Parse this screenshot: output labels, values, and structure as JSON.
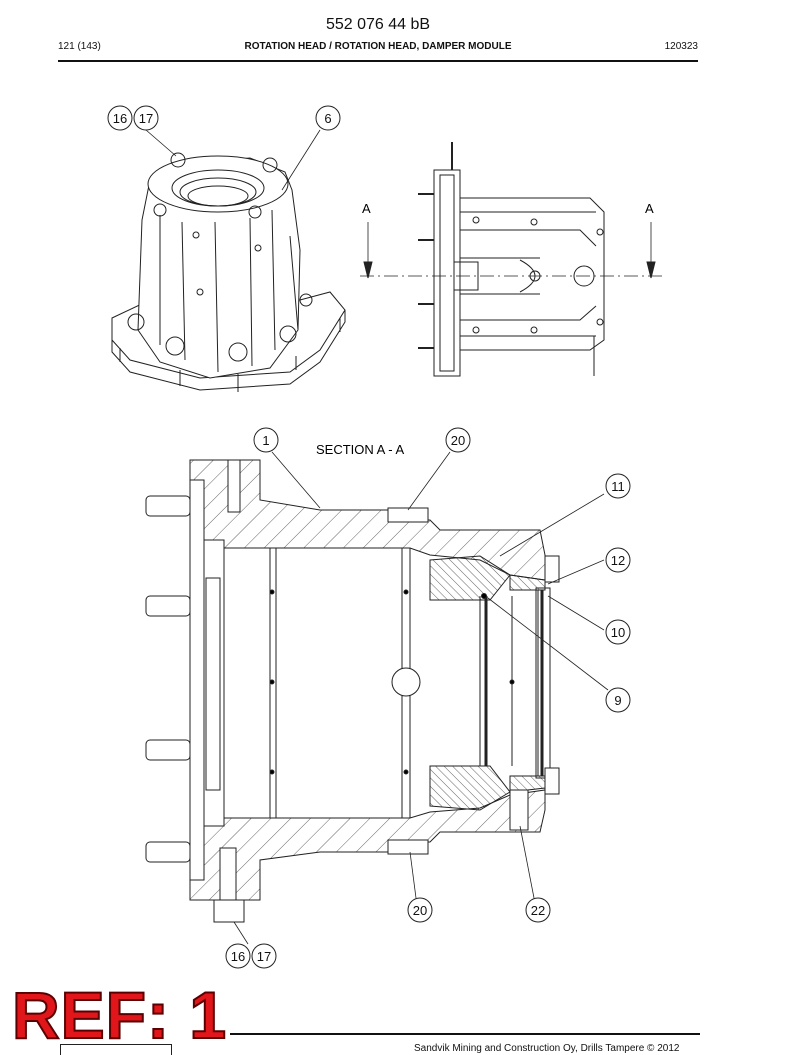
{
  "header": {
    "doc_number": "552 076 44 bB",
    "page": "121 (143)",
    "title": "ROTATION HEAD / ROTATION HEAD, DAMPER MODULE",
    "code": "120323"
  },
  "drawing": {
    "section_label": "SECTION A - A",
    "cut_label": "A",
    "callouts": {
      "c16a": "16",
      "c17a": "17",
      "c6": "6",
      "c1": "1",
      "c20a": "20",
      "c11": "11",
      "c12": "12",
      "c10": "10",
      "c9": "9",
      "c20b": "20",
      "c22": "22",
      "c16b": "16",
      "c17b": "17"
    }
  },
  "stamp": {
    "text": "REF: 1"
  },
  "footer": {
    "text": "Sandvik Mining and Construction Oy, Drills Tampere © 2012"
  },
  "colors": {
    "stamp": "#e0161b",
    "line": "#111111"
  }
}
